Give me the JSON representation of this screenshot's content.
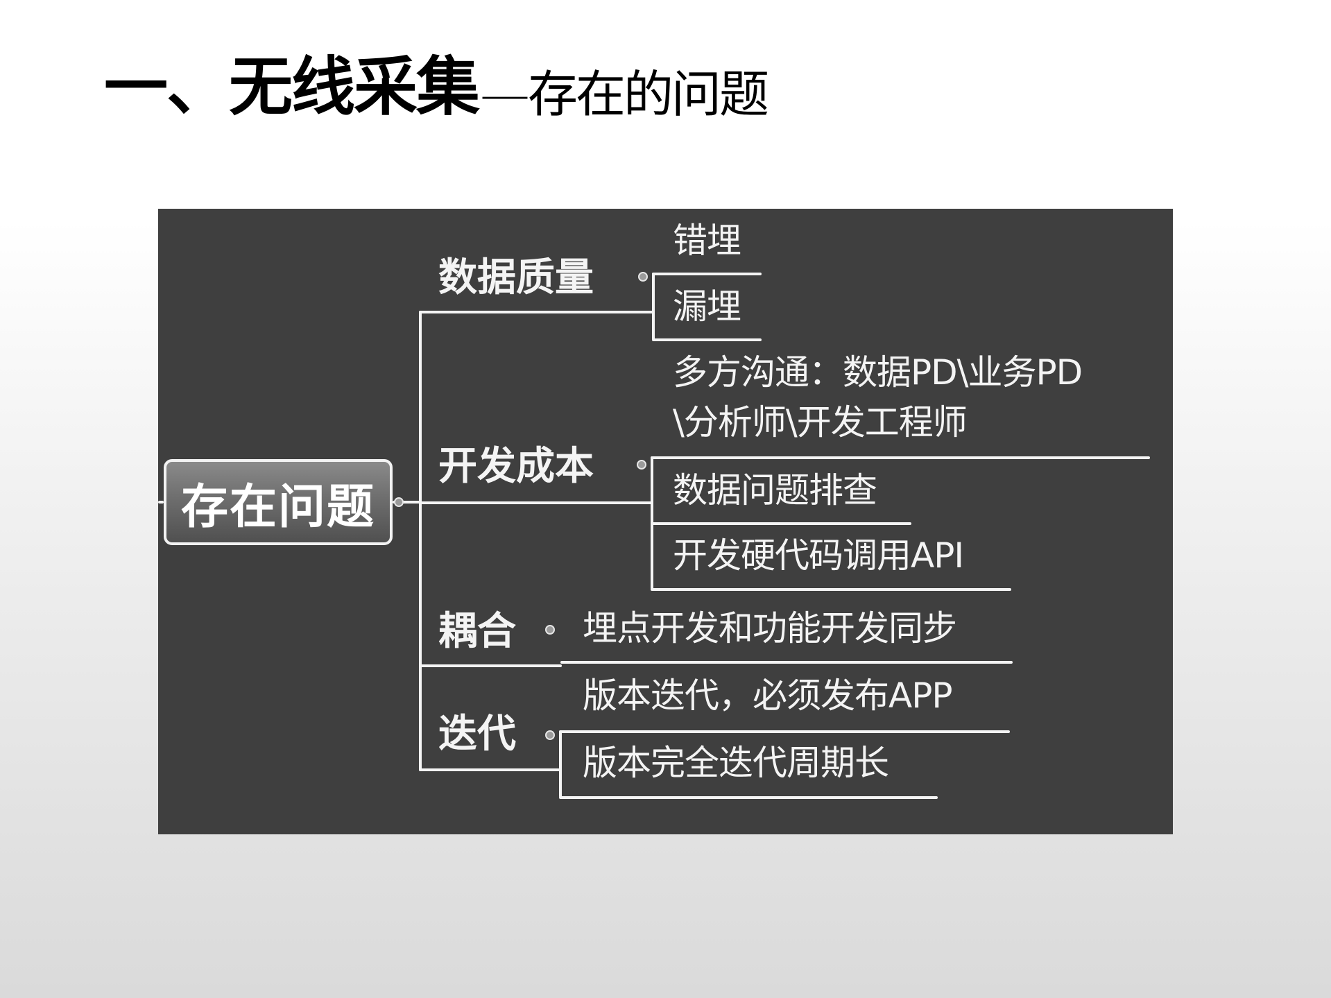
{
  "slide": {
    "title_bold": "一、无线采集",
    "title_thin": "—存在的问题"
  },
  "mindmap": {
    "root": "存在问题",
    "branches": [
      {
        "label": "数据质量",
        "children": [
          "错埋",
          "漏埋"
        ]
      },
      {
        "label": "开发成本",
        "children": [
          "多方沟通：数据PD\\业务PD",
          "\\分析师\\开发工程师",
          "数据问题排查",
          "开发硬代码调用API"
        ]
      },
      {
        "label": "耦合",
        "children": [
          "埋点开发和功能开发同步"
        ]
      },
      {
        "label": "迭代",
        "children": [
          "版本迭代，必须发布APP",
          "版本完全迭代周期长"
        ]
      }
    ]
  },
  "colors": {
    "map_background": "#3f3f3f",
    "line_and_text": "#f4f4f4",
    "slide_background_top": "#ffffff",
    "slide_background_bottom": "#dadada"
  }
}
